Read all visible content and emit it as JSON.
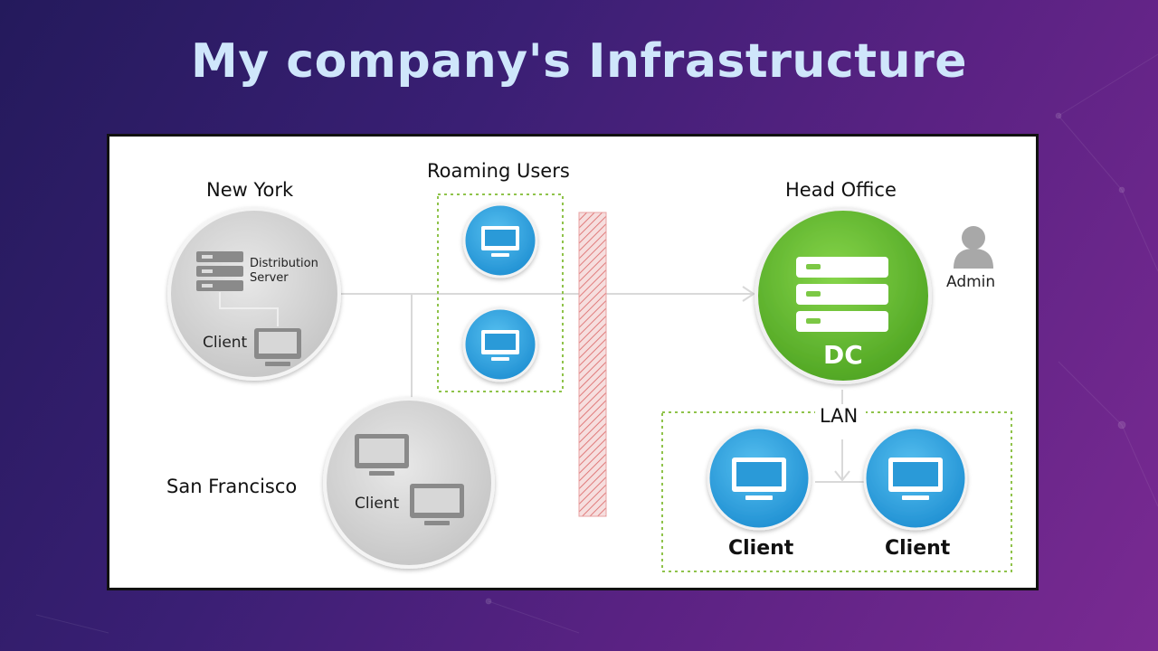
{
  "slide": {
    "title": "My company's Infrastructure"
  },
  "diagram": {
    "new_york": {
      "label": "New York",
      "distribution_server_label": "Distribution Server",
      "distribution_server_line1": "Distribution",
      "distribution_server_line2": "Server",
      "client_label": "Client"
    },
    "san_francisco": {
      "label": "San Francisco",
      "client_label": "Client"
    },
    "roaming_users": {
      "label": "Roaming Users"
    },
    "head_office": {
      "label": "Head Office",
      "dc_label": "DC",
      "admin_label": "Admin"
    },
    "lan": {
      "label": "LAN",
      "clients": [
        "Client",
        "Client"
      ]
    },
    "colors": {
      "green_accent": "#5fb82f",
      "blue_accent": "#2a9ad8",
      "firewall_red": "#e07b7b",
      "dotted_green": "#8fc34a"
    },
    "icons": [
      "server-rack-icon",
      "monitor-icon",
      "user-icon",
      "firewall"
    ]
  }
}
